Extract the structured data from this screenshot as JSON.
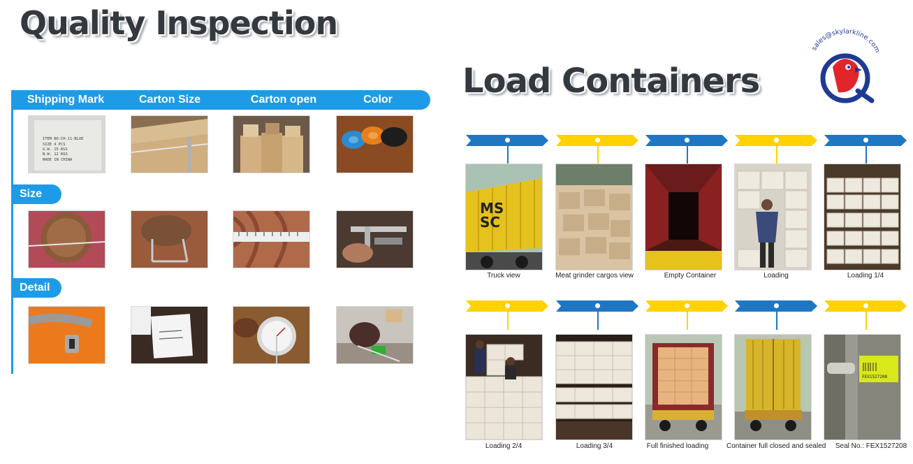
{
  "quality_inspection": {
    "title": "Quality Inspection",
    "headers": [
      "Shipping Mark",
      "Carton Size",
      "Carton open",
      "Color"
    ],
    "size_label": "Size",
    "detail_label": "Detail",
    "mark_text": [
      "ITEM NO:CH-11-BLUE",
      "SIZE   4   PCS",
      "G.W.   15   KGS",
      "N.W.   12   KGS",
      "MADE IN CHINA"
    ]
  },
  "load_containers": {
    "title": "Load Containers",
    "truck_text": [
      "MS",
      "SC"
    ],
    "seal_text": [
      "FEX1527208"
    ],
    "row1": [
      "Truck view",
      "Meat grinder cargos view",
      "Empty Container",
      "Loading",
      "Loading 1/4"
    ],
    "row2": [
      "Loading 2/4",
      "Loading 3/4",
      "Full finished loading",
      "Container full closed and sealed",
      "Seal No.: FEX1527208"
    ]
  },
  "logo": {
    "email": "sales@skylarkline.com"
  },
  "colors": {
    "qi_blue": "#1e9be8",
    "chev_blue": "#1f77c4",
    "chev_yellow": "#ffd200",
    "title_gray": "#34393f",
    "logo_navy": "#1f3a93",
    "logo_red": "#e2242b"
  }
}
